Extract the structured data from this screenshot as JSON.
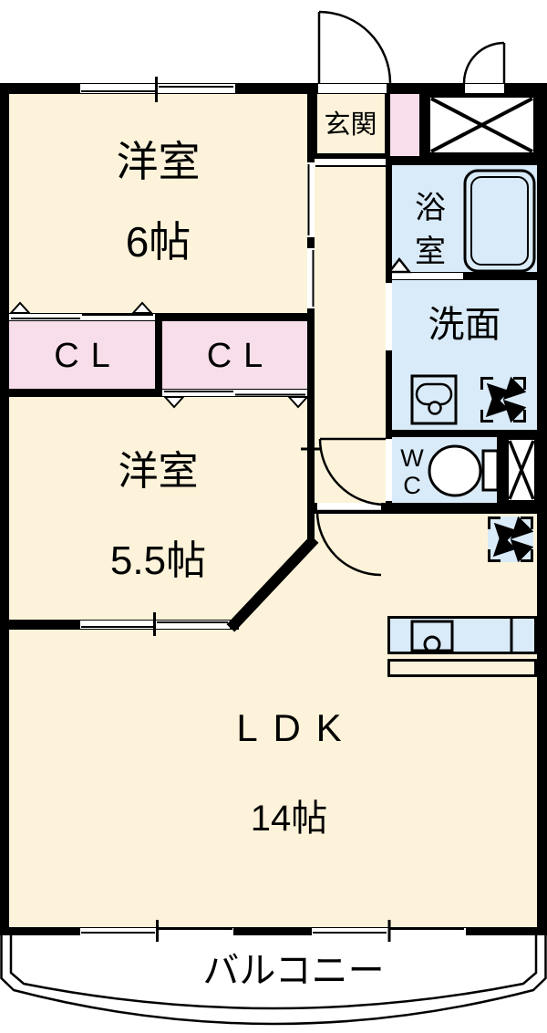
{
  "floorplan": {
    "colors": {
      "wall": "#000000",
      "room_fill": "#FCF3DA",
      "closet_fill": "#F8DEEA",
      "wet_area_fill": "#D9EBF8",
      "background": "#FFFFFF"
    },
    "rooms": {
      "western_room_1": {
        "label": "洋室",
        "size": "6帖"
      },
      "western_room_2": {
        "label": "洋室",
        "size": "5.5帖"
      },
      "ldk": {
        "label": "LDK",
        "size": "14帖"
      },
      "entrance": {
        "label": "玄関"
      },
      "bathroom": {
        "label": "浴室"
      },
      "washroom": {
        "label": "洗面"
      },
      "toilet": {
        "label": "WC"
      },
      "closet_left": {
        "label": "CL"
      },
      "closet_right": {
        "label": "CL"
      },
      "balcony": {
        "label": "バルコニー"
      }
    },
    "icons": {
      "bathtub": "bathtub-icon",
      "toilet_bowl": "toilet-icon",
      "washbasin": "washbasin-icon",
      "laundry_space": "clearance-arrows-icon",
      "appliance_space": "clearance-arrows-icon",
      "kitchen_sink": "kitchen-sink-icon",
      "shaft_top": "crossed-box-icon",
      "shaft_side": "crossed-box-icon",
      "swing_door": "quarter-arc-door-icon",
      "sliding_window": "double-line-window-icon",
      "closet_door_marker": "triangle-marker-icon"
    }
  }
}
